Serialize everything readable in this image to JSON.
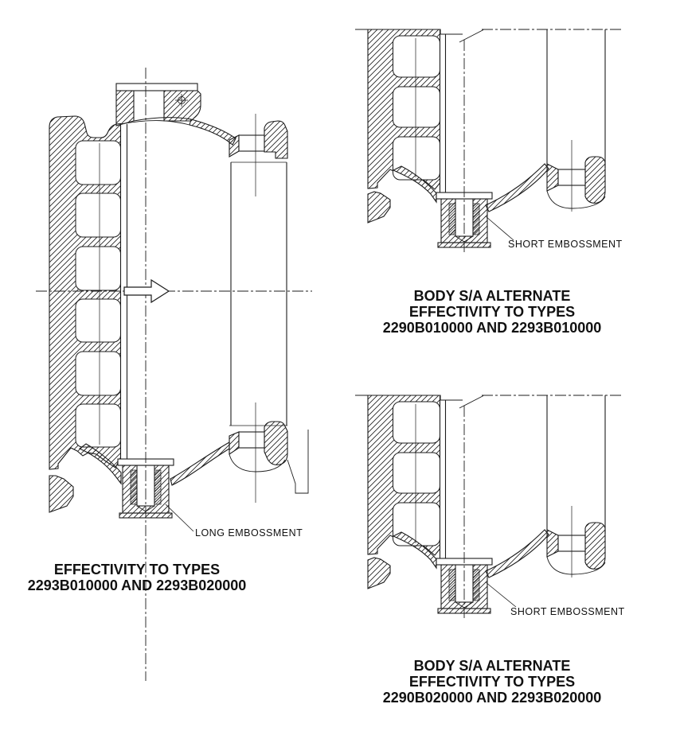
{
  "drawing": {
    "labels": {
      "long_embossment": "LONG EMBOSSMENT",
      "short_embossment_top": "SHORT EMBOSSMENT",
      "short_embossment_bottom": "SHORT EMBOSSMENT"
    },
    "captions": {
      "left": [
        "EFFECTIVITY TO TYPES",
        "2293B010000 AND 2293B020000"
      ],
      "top_right": [
        "BODY S/A ALTERNATE",
        "EFFECTIVITY TO TYPES",
        "2290B010000 AND 2293B010000"
      ],
      "bottom_right": [
        "BODY S/A ALTERNATE",
        "EFFECTIVITY TO TYPES",
        "2290B020000 AND 2293B020000"
      ]
    },
    "colors": {
      "line": "#1c1c1c",
      "background": "#ffffff"
    }
  }
}
